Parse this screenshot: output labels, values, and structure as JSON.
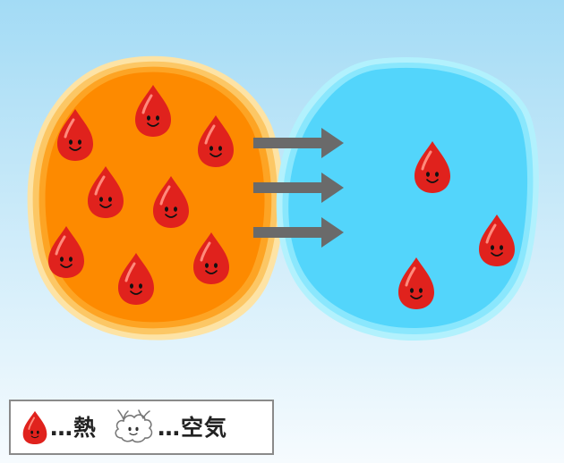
{
  "colors": {
    "hot_fill": "#fd8a00",
    "hot_halo": "#fde3a5",
    "cold_fill": "#53d5fb",
    "cold_halo": "#b2f1fd",
    "heat_drop": "#e0221d",
    "arrow": "#6a6a6a"
  },
  "hot_blob": {
    "heat_units": 8
  },
  "cold_blob": {
    "heat_units": 3
  },
  "arrows": {
    "count": 3,
    "direction": "right"
  },
  "legend": {
    "heat_icon": "heat-drop-icon",
    "heat_label": "…熱",
    "air_icon": "air-cloud-icon",
    "air_label": "…空気"
  }
}
